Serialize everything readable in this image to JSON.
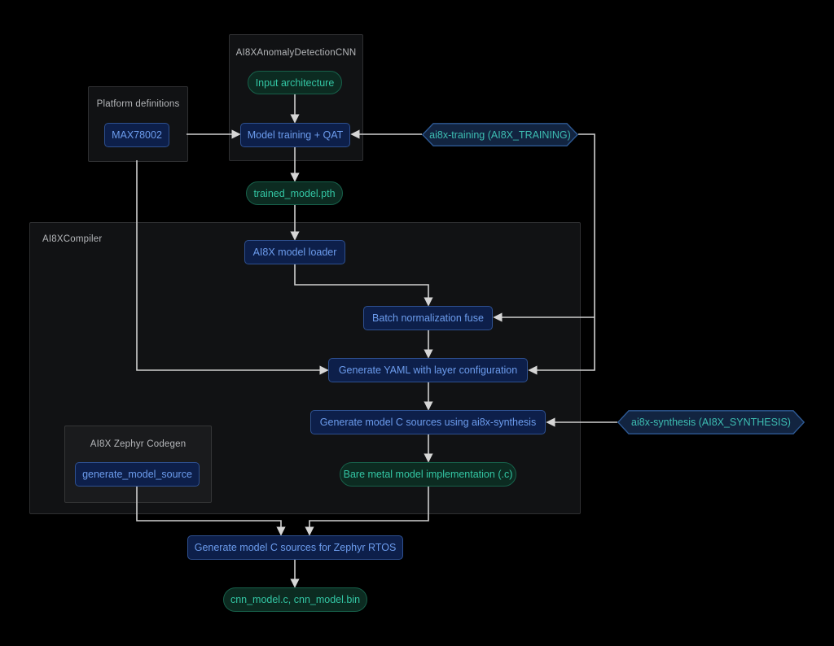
{
  "diagram": {
    "containers": {
      "anomaly_cnn": {
        "label": "AI8XAnomalyDetectionCNN"
      },
      "platform_definitions": {
        "label": "Platform definitions"
      },
      "compiler": {
        "label": "AI8XCompiler"
      },
      "zephyr_codegen": {
        "label": "AI8X Zephyr Codegen"
      }
    },
    "nodes": {
      "input_architecture": {
        "label": "Input architecture",
        "type": "data"
      },
      "model_training": {
        "label": "Model training + QAT",
        "type": "process"
      },
      "max78002": {
        "label": "MAX78002",
        "type": "process"
      },
      "ai8x_training": {
        "label": "ai8x-training (AI8X_TRAINING)",
        "type": "tool"
      },
      "trained_model": {
        "label": "trained_model.pth",
        "type": "data"
      },
      "model_loader": {
        "label": "AI8X model loader",
        "type": "process"
      },
      "batch_norm_fuse": {
        "label": "Batch normalization fuse",
        "type": "process"
      },
      "generate_yaml": {
        "label": "Generate YAML with layer configuration",
        "type": "process"
      },
      "generate_c_sources": {
        "label": "Generate model C sources using ai8x-synthesis",
        "type": "process"
      },
      "ai8x_synthesis": {
        "label": "ai8x-synthesis (AI8X_SYNTHESIS)",
        "type": "tool"
      },
      "bare_metal": {
        "label": "Bare metal model implementation (.c)",
        "type": "data"
      },
      "generate_model_source": {
        "label": "generate_model_source",
        "type": "process"
      },
      "zephyr_sources": {
        "label": "Generate model C sources for Zephyr RTOS",
        "type": "process"
      },
      "cnn_model": {
        "label": "cnn_model.c, cnn_model.bin",
        "type": "data"
      }
    },
    "colors": {
      "background": "#000000",
      "process_fill": "#0d1f4a",
      "process_border": "#2e5090",
      "process_text": "#6c9ced",
      "data_fill": "#0c2b21",
      "data_border": "#17604a",
      "data_text": "#33c6a4",
      "tool_fill": "#122440",
      "tool_border": "#2e5a95",
      "tool_text": "#3dbdb2",
      "edge": "#cfcfcf",
      "container_fill": "#111214",
      "container_border": "#2e2f31",
      "container_label": "#b5b7ba"
    }
  }
}
